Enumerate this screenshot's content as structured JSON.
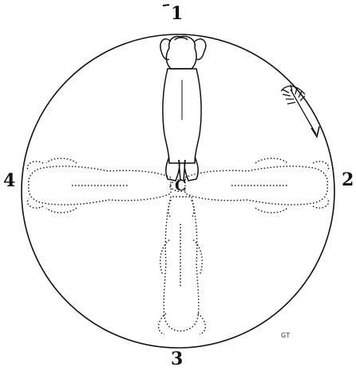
{
  "labels": {
    "position_1": "1",
    "position_2": "2",
    "position_3": "3",
    "position_4": "4",
    "center": "C"
  },
  "signature": "GT",
  "colors": {
    "ink": "#111111",
    "background": "#ffffff"
  }
}
